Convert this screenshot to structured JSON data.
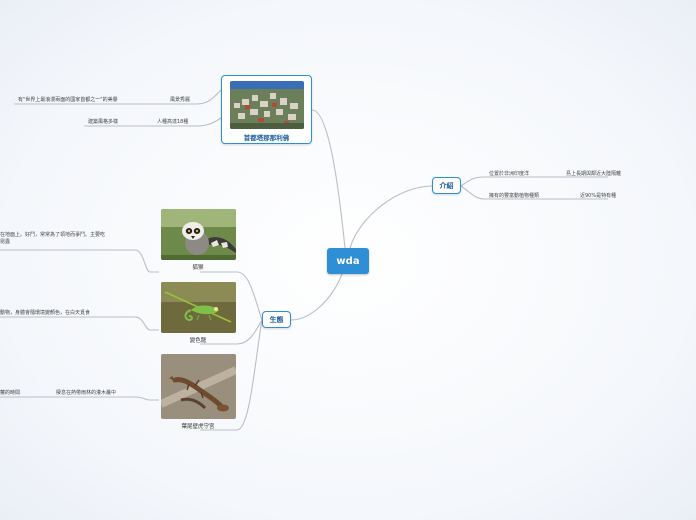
{
  "root": {
    "label": "wda"
  },
  "intro": {
    "label": "介紹",
    "items": [
      {
        "text": "位置於非洲印度洋",
        "detail": "島上長期與鄰近大陸隔離"
      },
      {
        "text": "擁有的豐富動植物種類",
        "detail": "近90%是特有種"
      }
    ]
  },
  "capital": {
    "label": "首都塔那那利佛",
    "items": [
      {
        "text": "有\"世界上最浪漫兩面的國家首都之一\"的美譽",
        "detail": "風景秀麗"
      },
      {
        "text": "建築風格多樣",
        "detail": "人種高達18種"
      }
    ]
  },
  "ecology": {
    "label": "生態",
    "animals": [
      {
        "name": "狐猴",
        "desc_line1": "在地面上。好鬥，常常為了領地而爭鬥。主要吃",
        "desc_line2": "昆蟲"
      },
      {
        "name": "變色龍",
        "desc_line1": "動物，身體會隨環境變顏色，在白天覓食"
      },
      {
        "name": "葉尾壁虎守宮",
        "desc_line1": "蘿的時間",
        "detail": "棲息在熱帶雨林的灌木叢中"
      }
    ]
  },
  "colors": {
    "accent": "#2e8fd6",
    "line": "#b9bfc8"
  }
}
